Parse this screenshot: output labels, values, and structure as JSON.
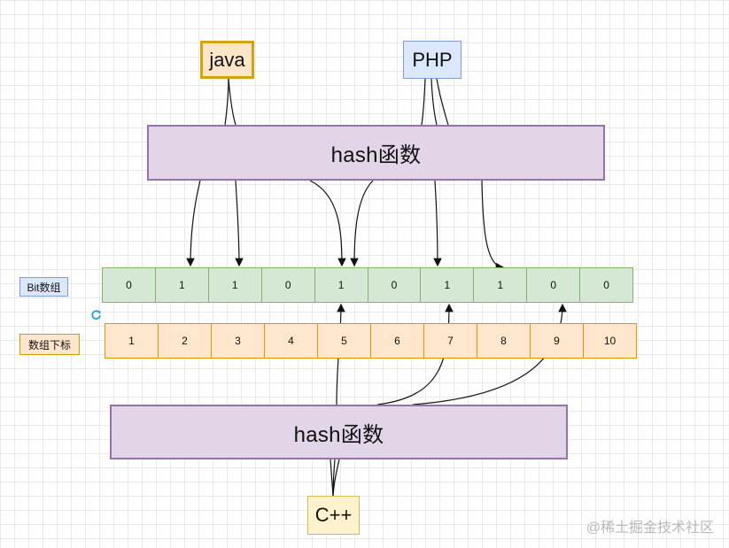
{
  "nodes": {
    "java": "java",
    "php": "PHP",
    "cpp": "C++",
    "hash_top": "hash函数",
    "hash_bottom": "hash函数"
  },
  "labels": {
    "bit_array": "Bit数组",
    "index": "数组下标"
  },
  "bit_array": {
    "cells": [
      "0",
      "1",
      "1",
      "0",
      "1",
      "0",
      "1",
      "1",
      "0",
      "0"
    ]
  },
  "index_array": {
    "cells": [
      "1",
      "2",
      "3",
      "4",
      "5",
      "6",
      "7",
      "8",
      "9",
      "10"
    ]
  },
  "watermark": "@稀土掘金技术社区",
  "colors": {
    "java_fill": "#ffe6c7",
    "java_border": "#d2a40f",
    "php_fill": "#dbe8fb",
    "php_border": "#7f9fd0",
    "cpp_fill": "#fff2cc",
    "cpp_border": "#d9b85a",
    "hash_fill": "#e1d5e7",
    "hash_border": "#9673a6",
    "bit_fill": "#d5e8d4",
    "bit_border": "#82b366",
    "index_fill": "#ffe6cc",
    "index_border": "#d79b00",
    "arrow_color": "#111111"
  },
  "icons": {
    "refresh": "refresh-icon"
  }
}
